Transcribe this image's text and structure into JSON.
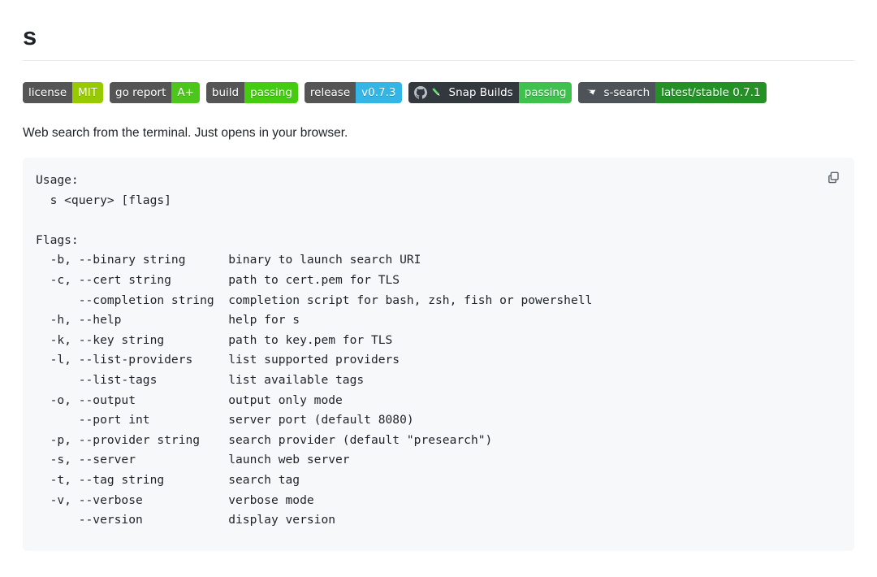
{
  "page": {
    "title": "s",
    "description": "Web search from the terminal. Just opens in your browser."
  },
  "badges": [
    {
      "name": "license",
      "left_label": "license",
      "right_label": "MIT",
      "left_color": "#555555",
      "right_color": "#97ca00",
      "icons": []
    },
    {
      "name": "go-report",
      "left_label": "go report",
      "right_label": "A+",
      "left_color": "#555555",
      "right_color": "#4cc61a",
      "icons": []
    },
    {
      "name": "build",
      "left_label": "build",
      "right_label": "passing",
      "left_color": "#555555",
      "right_color": "#44cc11",
      "icons": []
    },
    {
      "name": "release",
      "left_label": "release",
      "right_label": "v0.7.3",
      "left_color": "#555555",
      "right_color": "#33b5e5",
      "icons": []
    },
    {
      "name": "snap-builds",
      "left_label": "Snap Builds",
      "right_label": "passing",
      "left_color": "#32383e",
      "right_color": "#3fc14d",
      "icons": [
        "github-icon",
        "pencil-icon"
      ]
    },
    {
      "name": "s-search-snap",
      "left_label": "s-search",
      "right_label": "latest/stable 0.7.1",
      "left_color": "#4d5359",
      "right_color": "#249127",
      "icons": [
        "snapcraft-icon"
      ]
    }
  ],
  "code_block": {
    "copy_icon": "copy-icon",
    "copy_title": "Copy",
    "content": "Usage:\n  s <query> [flags]\n\nFlags:\n  -b, --binary string      binary to launch search URI\n  -c, --cert string        path to cert.pem for TLS\n      --completion string  completion script for bash, zsh, fish or powershell\n  -h, --help               help for s\n  -k, --key string         path to key.pem for TLS\n  -l, --list-providers     list supported providers\n      --list-tags          list available tags\n  -o, --output             output only mode\n      --port int           server port (default 8080)\n  -p, --provider string    search provider (default \"presearch\")\n  -s, --server             launch web server\n  -t, --tag string         search tag\n  -v, --verbose            verbose mode\n      --version            display version"
  }
}
